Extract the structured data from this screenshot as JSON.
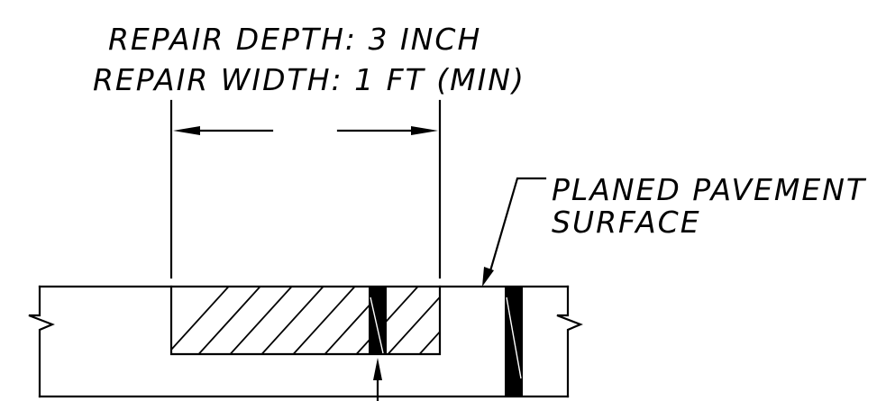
{
  "labels": {
    "repair_depth": "REPAIR DEPTH:  3 INCH",
    "repair_width": "REPAIR WIDTH: 1 FT (MIN)",
    "planed_line1": "PLANED PAVEMENT",
    "planed_line2": "SURFACE"
  },
  "colors": {
    "ink": "#000000",
    "background": "#ffffff"
  }
}
